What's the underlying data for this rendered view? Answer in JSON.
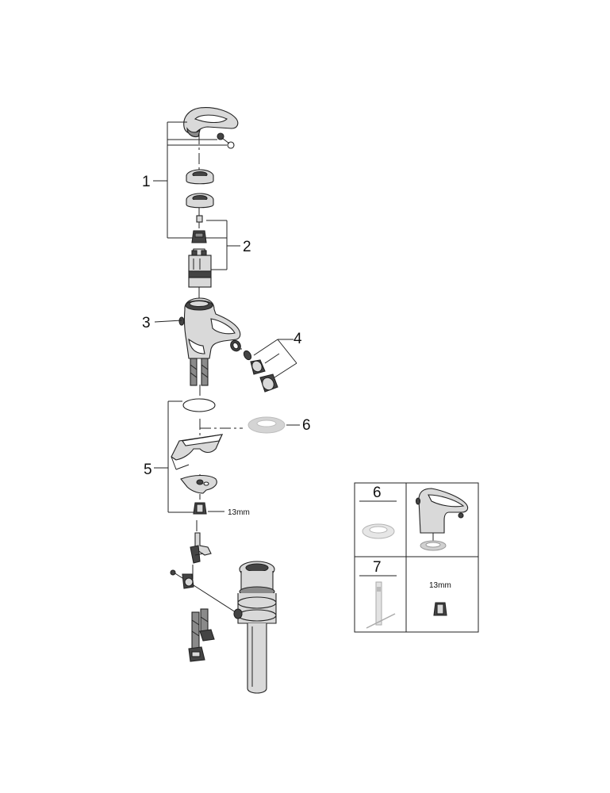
{
  "callouts": {
    "c1": "1",
    "c2": "2",
    "c3": "3",
    "c4": "4",
    "c5": "5",
    "c6": "6"
  },
  "dimension_label": "13mm",
  "inset": {
    "cell6_number": "6",
    "cell7_number": "7",
    "cell_wrench_label": "13mm"
  },
  "colors": {
    "line": "#222222",
    "chrome_fill": "#d9d9d9",
    "dark_fill": "#444444",
    "inset_gasket_grey": "#b5b5b5"
  }
}
